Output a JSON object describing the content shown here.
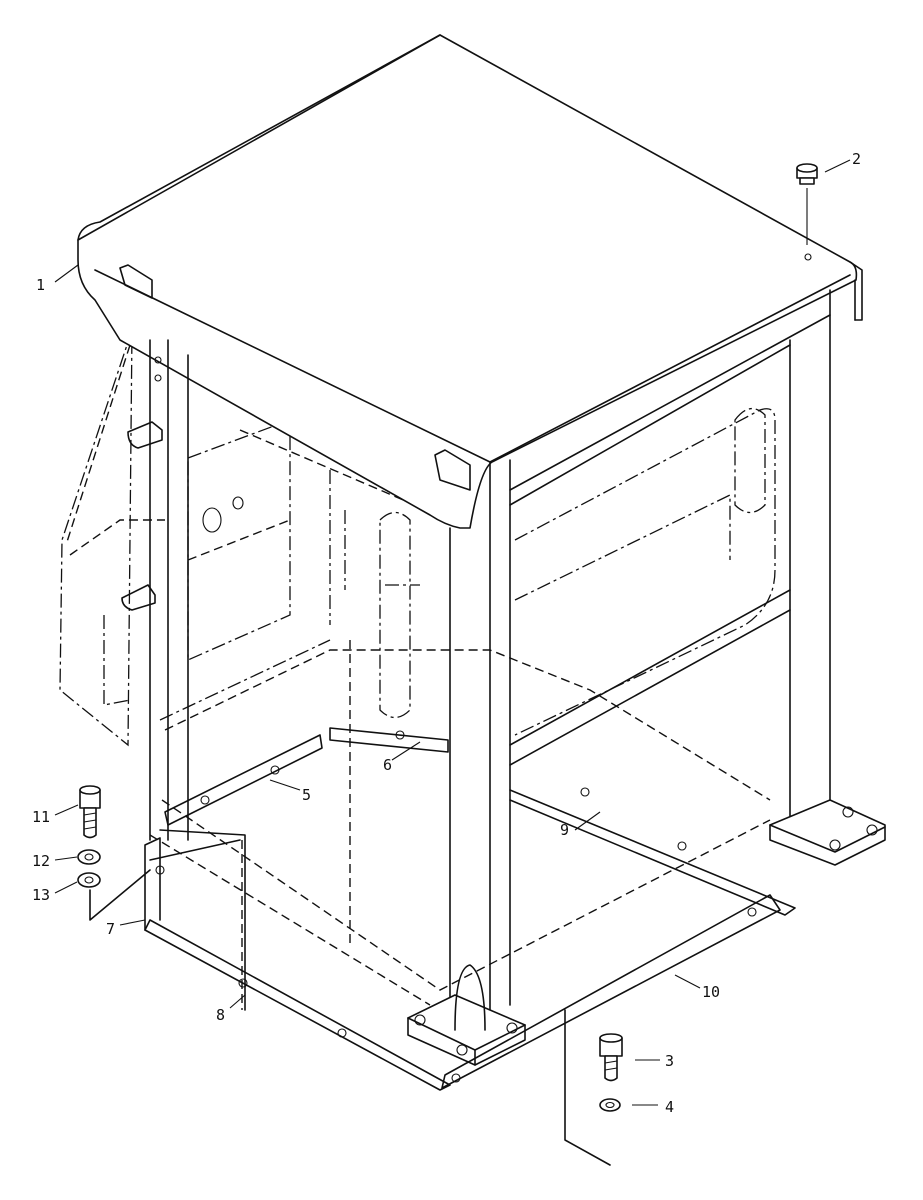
{
  "figure": {
    "part_labels": [
      {
        "id": "p1",
        "text": "1"
      },
      {
        "id": "p2",
        "text": "2"
      },
      {
        "id": "p3",
        "text": "3"
      },
      {
        "id": "p4",
        "text": "4"
      },
      {
        "id": "p5",
        "text": "5"
      },
      {
        "id": "p6",
        "text": "6"
      },
      {
        "id": "p7",
        "text": "7"
      },
      {
        "id": "p8",
        "text": "8"
      },
      {
        "id": "p9",
        "text": "9"
      },
      {
        "id": "p10",
        "text": "10"
      },
      {
        "id": "p11",
        "text": "11"
      },
      {
        "id": "p12",
        "text": "12"
      },
      {
        "id": "p13",
        "text": "13"
      }
    ]
  }
}
